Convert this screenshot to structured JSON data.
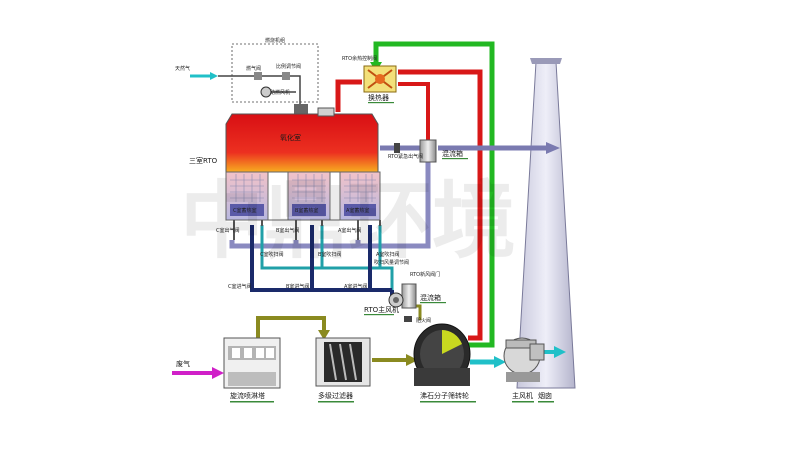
{
  "labels": {
    "burner_group": "燃烧机组",
    "natural_gas": "天然气",
    "gas_valve": "燃气阀",
    "proportional_valve": "比例调节阀",
    "combustion_fan": "助燃风机",
    "rto_bypass_valve": "RTO余热控制阀",
    "heat_exchanger": "换热器",
    "oxidation_chamber": "氧化室",
    "three_chamber_rto": "三室RTO",
    "rto_emergency_valve": "RTO紧急出气阀",
    "mixing_box_top": "混流箱",
    "chamber_c": "C室蓄热室",
    "chamber_b": "B室蓄热室",
    "chamber_a": "A室蓄热室",
    "c_outlet_valve": "C室出气阀",
    "b_outlet_valve": "B室出气阀",
    "a_outlet_valve": "A室出气阀",
    "c_purge_valve": "C室吹扫阀",
    "b_purge_valve": "B室吹扫阀",
    "a_purge_valve": "A室吹扫阀",
    "purge_fan_valve": "吹扫风量调节阀",
    "c_inlet_valve": "C室进气阀",
    "b_inlet_valve": "B室进气阀",
    "a_inlet_valve": "A室进气阀",
    "rto_fresh_air_valve": "RTO新风阀门",
    "mixing_box_bottom": "混流箱",
    "rto_main_fan": "RTO主风机",
    "fire_valve": "阻火阀",
    "waste_gas": "废气",
    "spray_tower": "旋流喷淋塔",
    "multi_filter": "多级过滤器",
    "zeolite_rotor": "沸石分子筛转轮",
    "main_fan": "主风机",
    "chimney": "烟囱",
    "watermark": "中鼎环境"
  },
  "colors": {
    "hot_duct": "#d81818",
    "green_duct": "#22b822",
    "blue_duct": "#7a7ab0",
    "navy_duct": "#1a2a6a",
    "teal_duct": "#20a0a8",
    "olive_duct": "#8a8a20",
    "waste_arrow": "#d020c8",
    "gas_arrow": "#20c0c8",
    "flame_top": "#e02020",
    "flame_bottom": "#f8d020"
  }
}
